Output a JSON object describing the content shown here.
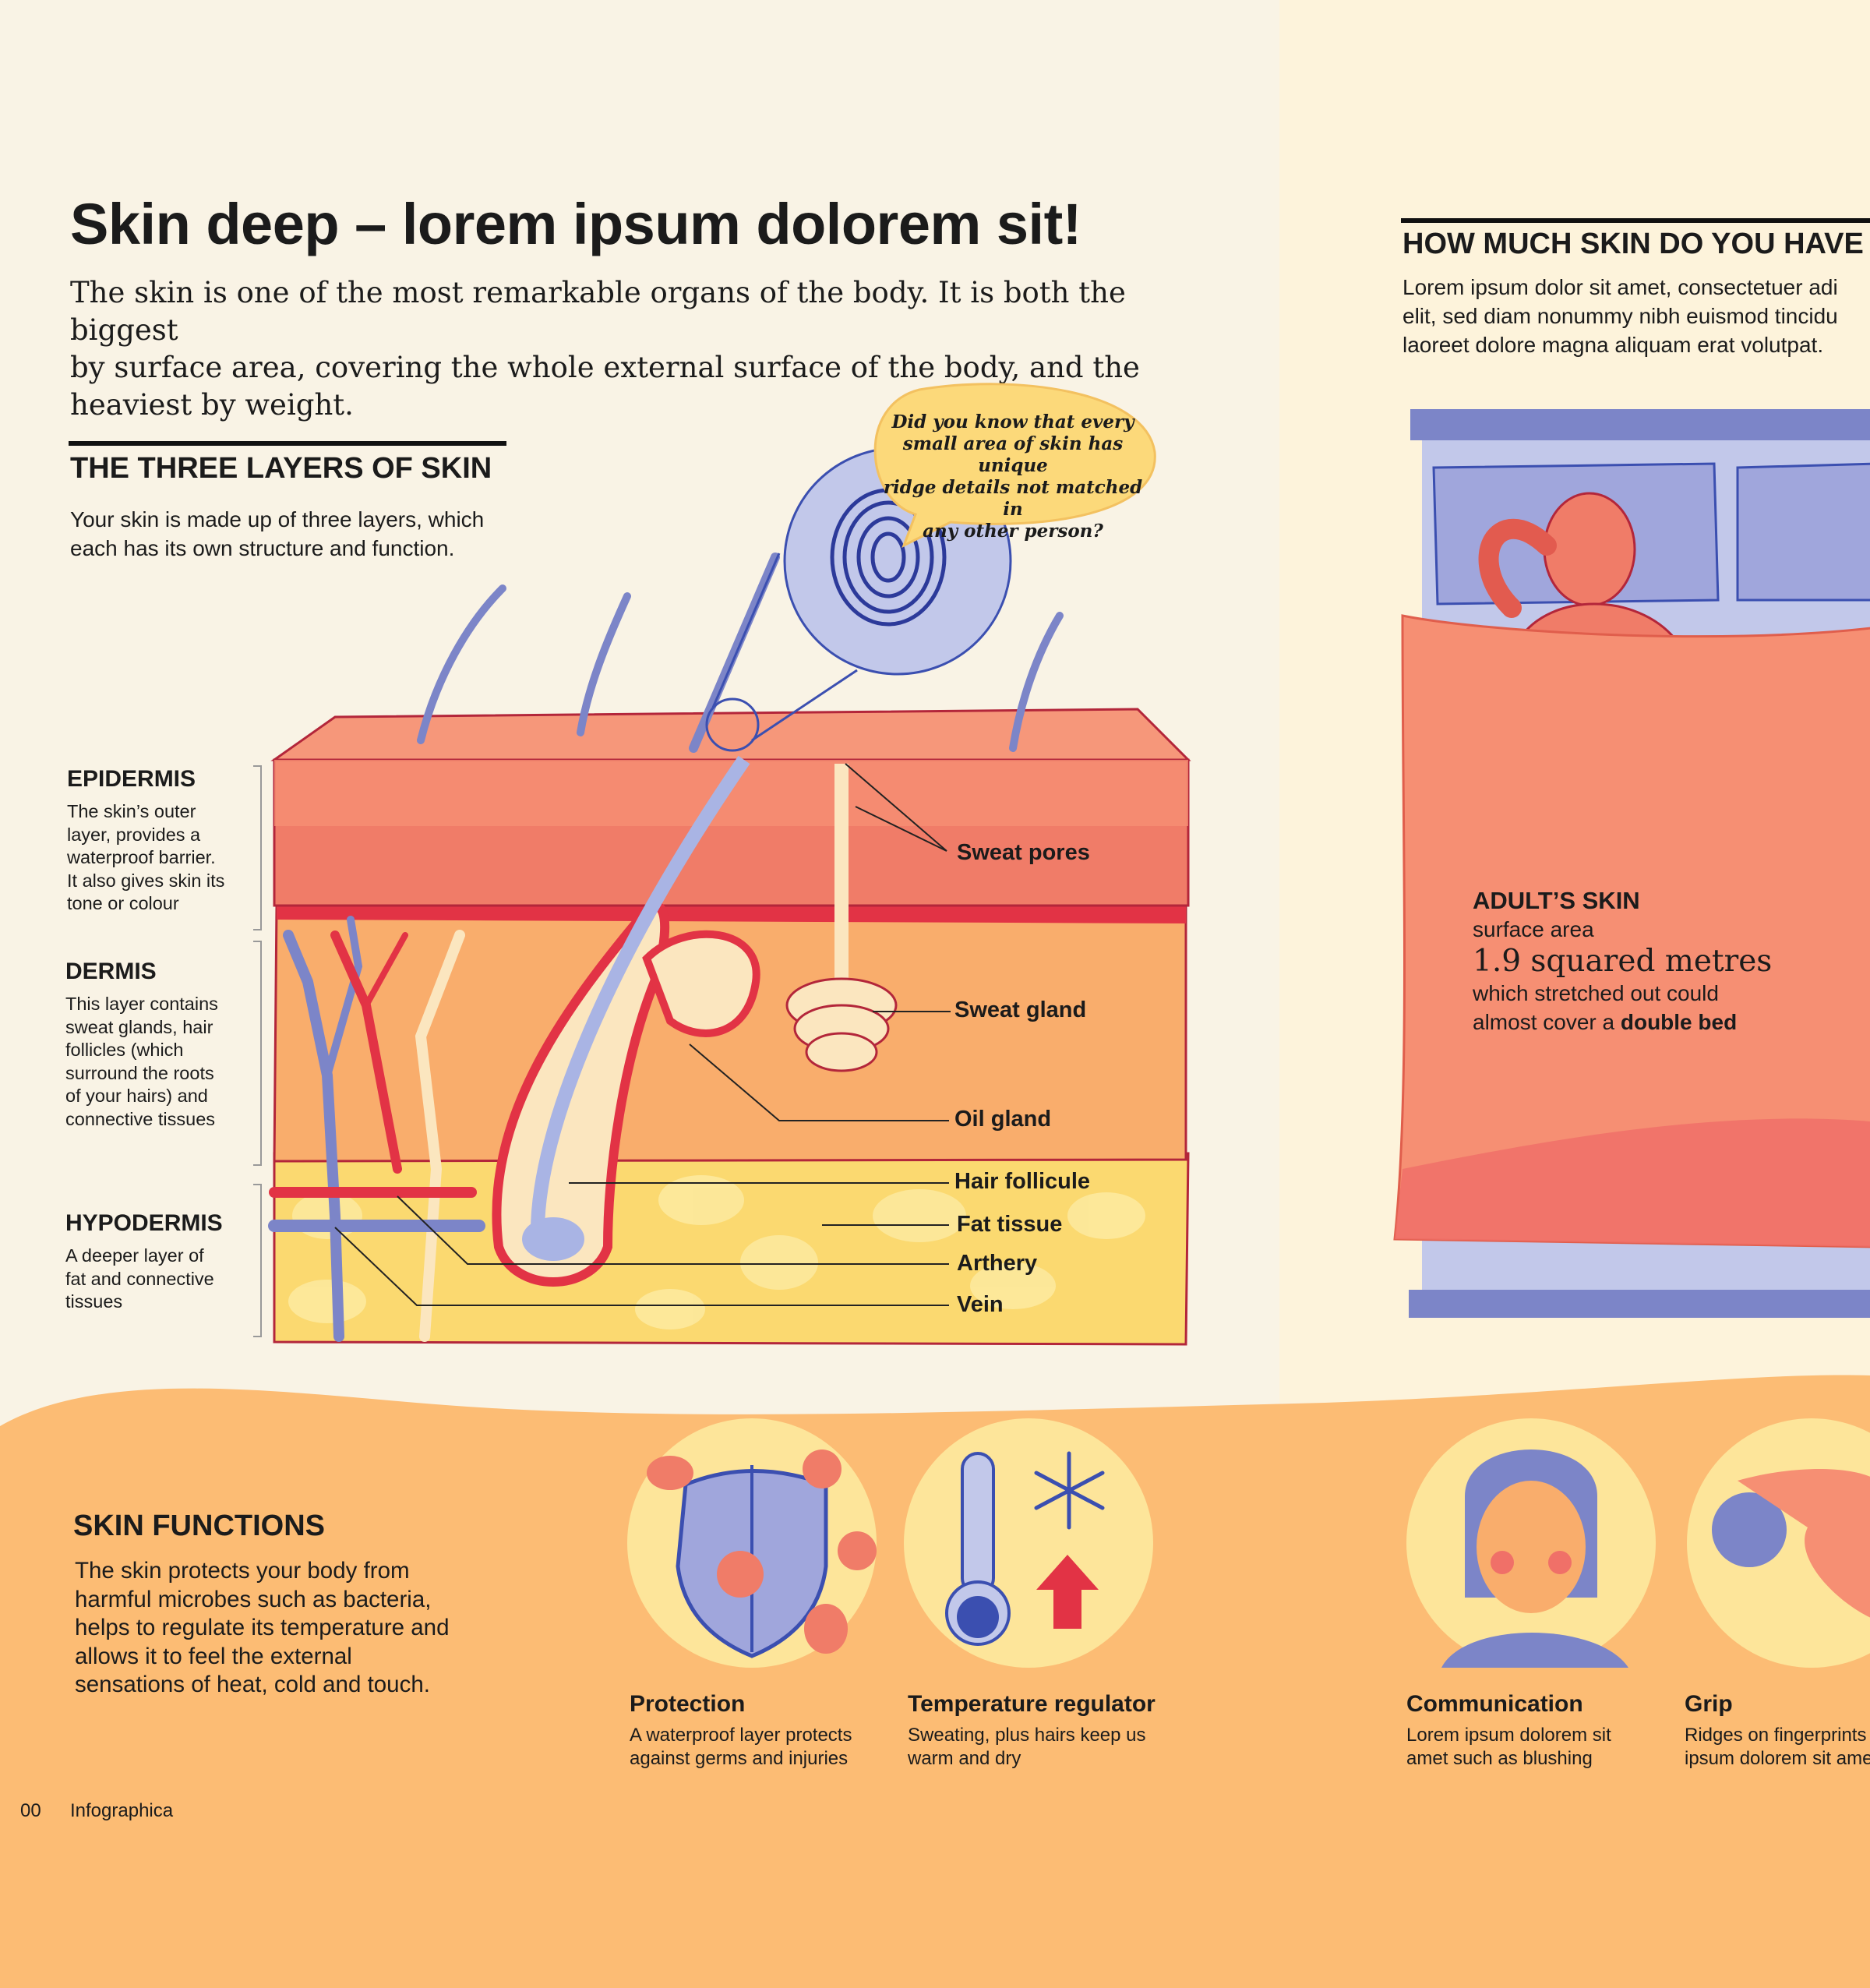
{
  "header": {
    "title": "Skin deep – lorem ipsum dolorem sit!",
    "intro_lines": [
      "The skin is one of the most remarkable organs of the body. It is both the biggest",
      "by surface area, covering the whole external surface of the body, and the",
      "heaviest by weight."
    ]
  },
  "layers_section": {
    "heading": "THE THREE LAYERS OF SKIN",
    "text_lines": [
      "Your skin is made up of three layers, which",
      "each has its own structure and function."
    ],
    "layers": [
      {
        "name": "EPIDERMIS",
        "lines": [
          "The skin’s outer",
          "layer, provides a",
          "waterproof barrier.",
          "It also gives skin its",
          "tone or colour"
        ]
      },
      {
        "name": "DERMIS",
        "lines": [
          "This layer contains",
          "sweat glands, hair",
          "follicles (which",
          "surround the roots",
          "of your hairs) and",
          "connective tissues"
        ]
      },
      {
        "name": "HYPODERMIS",
        "lines": [
          "A deeper layer of",
          "fat and connective",
          "tissues"
        ]
      }
    ]
  },
  "callout": {
    "lines": [
      "Did you know that every",
      "small area of skin has unique",
      "ridge details not matched in",
      "any other person?"
    ]
  },
  "diagram_labels": [
    "Sweat pores",
    "Sweat gland",
    "Oil gland",
    "Hair follicule",
    "Fat tissue",
    "Arthery",
    "Vein"
  ],
  "how_much": {
    "heading": "HOW MUCH SKIN DO YOU HAVE",
    "text_lines": [
      "Lorem ipsum dolor sit amet, consectetuer adi",
      "elit, sed diam nonummy nibh euismod tincidu",
      "laoreet dolore magna aliquam erat volutpat."
    ],
    "adult": {
      "heading": "ADULT’S SKIN",
      "line1": "surface area",
      "figure": "1.9 squared metres",
      "line2": "which stretched out could",
      "line3_prefix": "almost cover a ",
      "line3_bold": "double bed"
    }
  },
  "functions": {
    "heading": "SKIN FUNCTIONS",
    "text_lines": [
      "The skin protects your body from",
      "harmful microbes such as bacteria,",
      "helps to regulate its temperature and",
      "allows it to feel the external",
      "sensations of heat, cold and touch."
    ],
    "items": [
      {
        "title": "Protection",
        "lines": [
          "A waterproof layer protects",
          "against germs and injuries"
        ],
        "icon": "shield-icon"
      },
      {
        "title": "Temperature regulator",
        "lines": [
          "Sweating, plus hairs keep us",
          "warm and dry"
        ],
        "icon": "thermometer-icon"
      },
      {
        "title": "Communication",
        "lines": [
          "Lorem ipsum dolorem sit",
          "amet such as blushing"
        ],
        "icon": "blushing-face-icon"
      },
      {
        "title": "Grip",
        "lines": [
          "Ridges on fingerprints",
          "ipsum dolorem sit ame"
        ],
        "icon": "hand-grip-icon"
      }
    ]
  },
  "footer": {
    "page_number": "00",
    "publication": "Infographica"
  },
  "colors": {
    "page_bg": "#f9f3e5",
    "right_bg": "#fdf3db",
    "bottom_bg": "#fcbc74",
    "epidermis": "#f07c68",
    "dermis": "#f9ad6c",
    "hypodermis": "#fbd970",
    "accent_blue": "#7c85c8",
    "artery_red": "#e23345"
  }
}
